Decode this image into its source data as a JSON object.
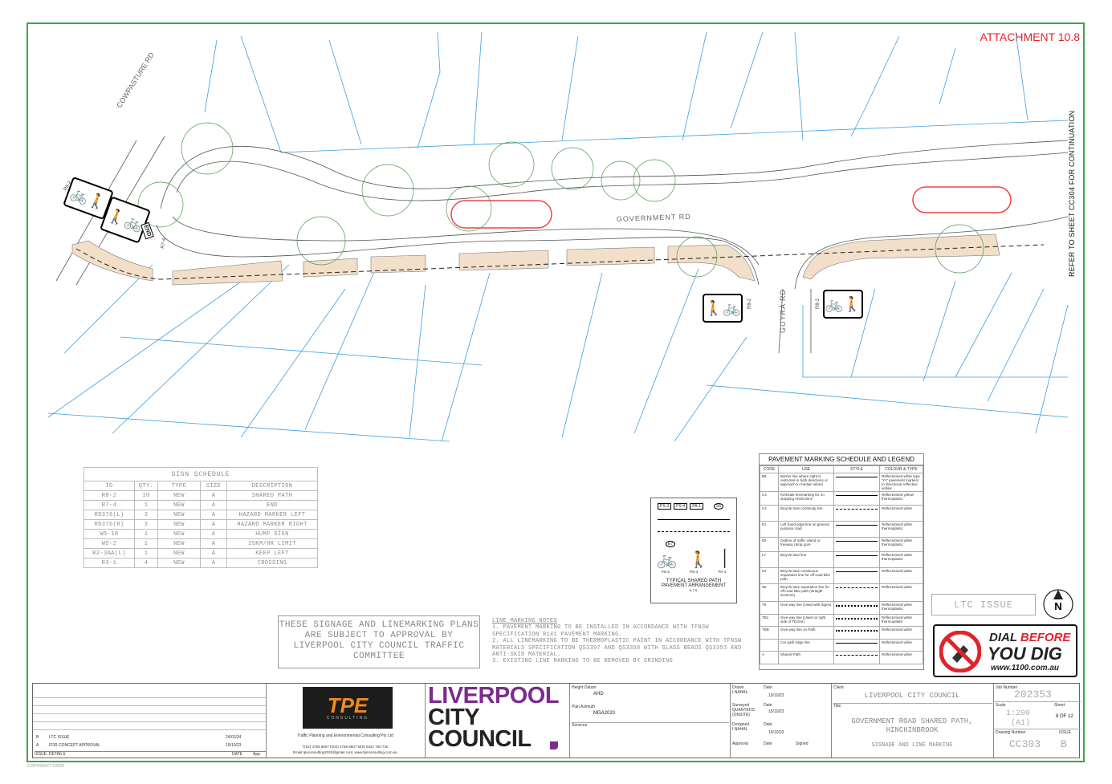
{
  "attachment": "ATTACHMENT 10.8",
  "refer_note": "REFER TO SHEET CC304 FOR CONTINUATION",
  "road_labels": {
    "cowpasture": "COWPASTURE RD",
    "government": "GOVERNMENT RD",
    "guyra": "GUYRA RD"
  },
  "sign_codes": {
    "r8_2_a": "R8-2",
    "r8_2_b": "R8-2",
    "r8_2_c": "R8-2",
    "r7_4": "R7-4",
    "end": "END"
  },
  "sign_schedule": {
    "title": "SIGN SCHEDULE",
    "headers": [
      "ID",
      "QTY.",
      "TYPE",
      "SIZE",
      "DESCRIPTION"
    ],
    "rows": [
      [
        "R8-2",
        "10",
        "NEW",
        "A",
        "SHARED PATH"
      ],
      [
        "R7-4",
        "1",
        "NEW",
        "A",
        "END"
      ],
      [
        "RD376(L)",
        "3",
        "NEW",
        "A",
        "HAZARD MARKER LEFT"
      ],
      [
        "RD376(R)",
        "3",
        "NEW",
        "A",
        "HAZARD MARKER RIGHT"
      ],
      [
        "W5-10",
        "1",
        "NEW",
        "A",
        "HUMP SIGN"
      ],
      [
        "W5-2",
        "1",
        "NEW",
        "A",
        "25KM/HR LIMIT"
      ],
      [
        "R2-3AA(L)",
        "1",
        "NEW",
        "A",
        "KEEP LEFT"
      ],
      [
        "R3-1",
        "4",
        "NEW",
        "A",
        "CROSSING"
      ]
    ]
  },
  "approval_note": "THESE SIGNAGE AND LINEMARKING PLANS ARE SUBJECT TO APPROVAL BY LIVERPOOL CITY COUNCIL TRAFFIC COMMITTEE",
  "line_notes": {
    "title": "LINE MARKING NOTES",
    "items": [
      "1.  PAVEMENT MARKING TO BE INSTALLED IN ACCORDANCE WITH TFNSW SPECIFICATION R141 PAVEMENT MARKING.",
      "2.  ALL LINEMARKING TO BE THERMOPLASTIC PAINT IN ACCORDANCE WITH TFNSW MATERIALS SPECIFICATION QS3397 AND QS3358 WITH GLASS BEADS QS3353 AND ANTI-SKID MATERIAL.",
      "3.  EXISTING LINE MARKING TO BE REMOVED BY GRINDING"
    ]
  },
  "typical": {
    "labels": [
      "PS-3",
      "PS-4",
      "PA-1",
      "S5",
      "E7",
      "PS-3",
      "PS-4",
      "PA-1"
    ],
    "caption1": "TYPICAL SHARED PATH",
    "caption2": "PAVEMENT ARRANGEMENT",
    "nts": "N.T.S."
  },
  "legend": {
    "title": "PAVEMENT MARKING SCHEDULE AND LEGEND",
    "headers": [
      "CODE",
      "USE",
      "STYLE",
      "COLOUR & TYPE"
    ],
    "rows": [
      [
        "B8",
        "Barrier line where sight is restricted in both directions or approach to median island",
        "Reflectorised white type 'YY' pavement markers to directional reflective yellow"
      ],
      [
        "C3",
        "Kerbside linemarking for no stopping restrictions",
        "Reflectorised yellow thermoplastic"
      ],
      [
        "C4",
        "Bicycle lane continuity line",
        "Reflectorised white"
      ],
      [
        "E1",
        "Left hand edge line on general purpose road",
        "Reflectorised white thermoplastic"
      ],
      [
        "E5",
        "Outline of traffic island or freeway ramp gore",
        "Reflectorised white thermoplastic"
      ],
      [
        "L7",
        "Bicycle lane line",
        "Reflectorised white thermoplastic"
      ],
      [
        "S4",
        "Bicycle lane continuous separation line for off-road bike path",
        "Reflectorised white"
      ],
      [
        "S5",
        "Bicycle lane separation line for off-road bike path (straight sections)",
        "Reflectorised white"
      ],
      [
        "T6",
        "Give way line (Used with Signs)",
        "Reflectorised white thermoplastic"
      ],
      [
        "TB1",
        "Give way line (Used on right side of TB line)",
        "Reflectorised white thermoplastic"
      ],
      [
        "TBB",
        "Give way line on Path",
        "Reflectorised white"
      ],
      [
        "",
        "Car path edge line",
        "Reflectorised white"
      ],
      [
        "A",
        "Shared Path",
        "Reflectorised white"
      ]
    ]
  },
  "ltc_issue": "LTC ISSUE",
  "north": "N",
  "dial": {
    "line1": "DIAL",
    "line2": "BEFORE",
    "line3": "YOU DIG",
    "url": "www.1100.com.au"
  },
  "title_block": {
    "revisions": [
      [
        "B",
        "LTC ISSUE",
        "24/01/24"
      ],
      [
        "A",
        "FOR CONCEPT APPROVAL",
        "19/10/23"
      ]
    ],
    "rev_headers": [
      "ISSUE",
      "DETAILS",
      "DATE",
      "App"
    ],
    "tpe_logo": "TPE",
    "tpe_sub": "CONSULTING",
    "tpe_name": "Traffic Planning and Environmental Consulting Pty Ltd",
    "tpe_contact": "T(02) 4758 8607  F(02) 4758 8607  M(0) 0421 760 730",
    "tpe_email": "Email tpeconsulting2020@gmail.com; www.tpeconsulting.com.au",
    "council_l1": "LIVERPOOL",
    "council_l2": "CITY",
    "council_l3": "COUNCIL",
    "height_datum_label": "Height Datum",
    "height_datum": "AHD",
    "plan_azimuth_label": "Plan Azimuth",
    "plan_azimuth": "MGA2020",
    "services_label": "Services",
    "drawn_label": "Drawn",
    "drawn": "I.NAHAL",
    "drawn_date": "19/10/23",
    "surveyed_label": "Surveyed",
    "surveyed": "QUANTEDS (ONSITE)",
    "surveyed_date": "15/10/23",
    "designed_label": "Designed",
    "designed": "I.NAHAL",
    "designed_date": "19/10/23",
    "approval_label": "Approval",
    "date_label": "Date",
    "signed_label": "Signed",
    "client_label": "Client",
    "client": "LIVERPOOL CITY COUNCIL",
    "title_label": "Title",
    "title1": "GOVERNMENT ROAD SHARED PATH,",
    "title2": "HINCHINBROOK",
    "subtitle": "SIGNAGE AND LINE MARKING",
    "job_label": "Job Number",
    "job": "202353",
    "scale_label": "Scale",
    "scale": "1:200",
    "scale2": "(A1)",
    "sheet_label": "Sheet",
    "sheet": "8 OF 12",
    "drawing_label": "Drawing Number",
    "drawing": "CC303",
    "issue_label": "ISSUE",
    "issue": "B"
  },
  "copyright": "COPYRIGHT ©2024"
}
